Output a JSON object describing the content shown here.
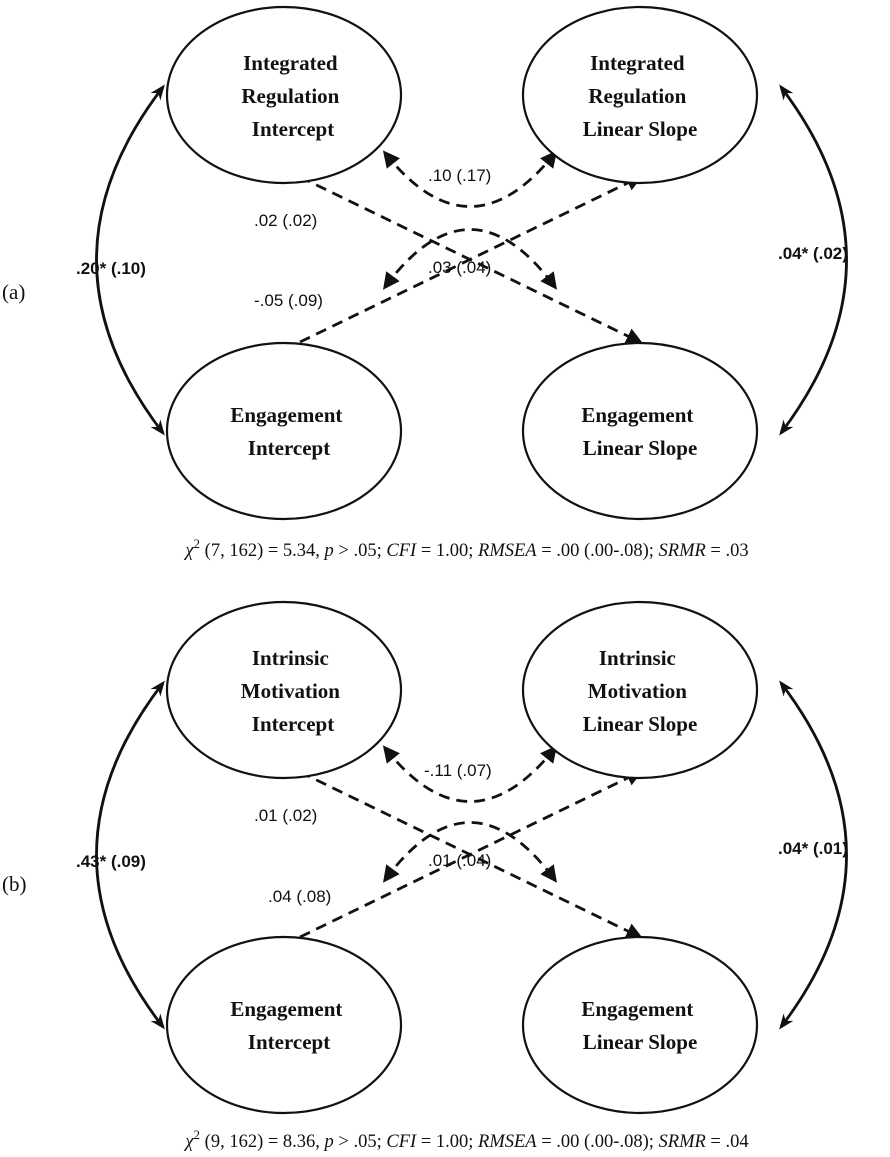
{
  "panels": [
    {
      "label": "(a)",
      "nodes": {
        "tl": [
          "Integrated",
          "Regulation",
          "Intercept"
        ],
        "tr": [
          "Integrated",
          "Regulation",
          "Linear Slope"
        ],
        "bl": [
          "Engagement",
          "Intercept"
        ],
        "br": [
          "Engagement",
          "Linear Slope"
        ]
      },
      "edges": {
        "left_cov": ".20* (.10)",
        "right_cov": ".04* (.02)",
        "top_cov": ".10 (.17)",
        "bottom_cov": ".03 (.04)",
        "tl_to_br": ".02 (.02)",
        "bl_to_tr": "-.05 (.09)"
      },
      "fit": {
        "chi_symbol": "χ",
        "chi_sup": "2",
        "chi_args": " (7, 162) = 5.34, ",
        "p": "p",
        "p_val": " > .05; ",
        "cfi": "CFI",
        "cfi_val": " = 1.00; ",
        "rmsea": "RMSEA",
        "rmsea_val": " = .00 (.00-.08); ",
        "srmr": "SRMR",
        "srmr_val": " = .03"
      }
    },
    {
      "label": "(b)",
      "nodes": {
        "tl": [
          "Intrinsic",
          "Motivation",
          "Intercept"
        ],
        "tr": [
          "Intrinsic",
          "Motivation",
          "Linear Slope"
        ],
        "bl": [
          "Engagement",
          "Intercept"
        ],
        "br": [
          "Engagement",
          "Linear Slope"
        ]
      },
      "edges": {
        "left_cov": ".43* (.09)",
        "right_cov": ".04* (.01)",
        "top_cov": "-.11 (.07)",
        "bottom_cov": ".01 (.04)",
        "tl_to_br": ".01 (.02)",
        "bl_to_tr": ".04 (.08)"
      },
      "fit": {
        "chi_symbol": "χ",
        "chi_sup": "2",
        "chi_args": " (9, 162) = 8.36, ",
        "p": "p",
        "p_val": " > .05; ",
        "cfi": "CFI",
        "cfi_val": " = 1.00; ",
        "rmsea": "RMSEA",
        "rmsea_val": " = .00 (.00-.08); ",
        "srmr": "SRMR",
        "srmr_val": " = .04"
      }
    }
  ]
}
